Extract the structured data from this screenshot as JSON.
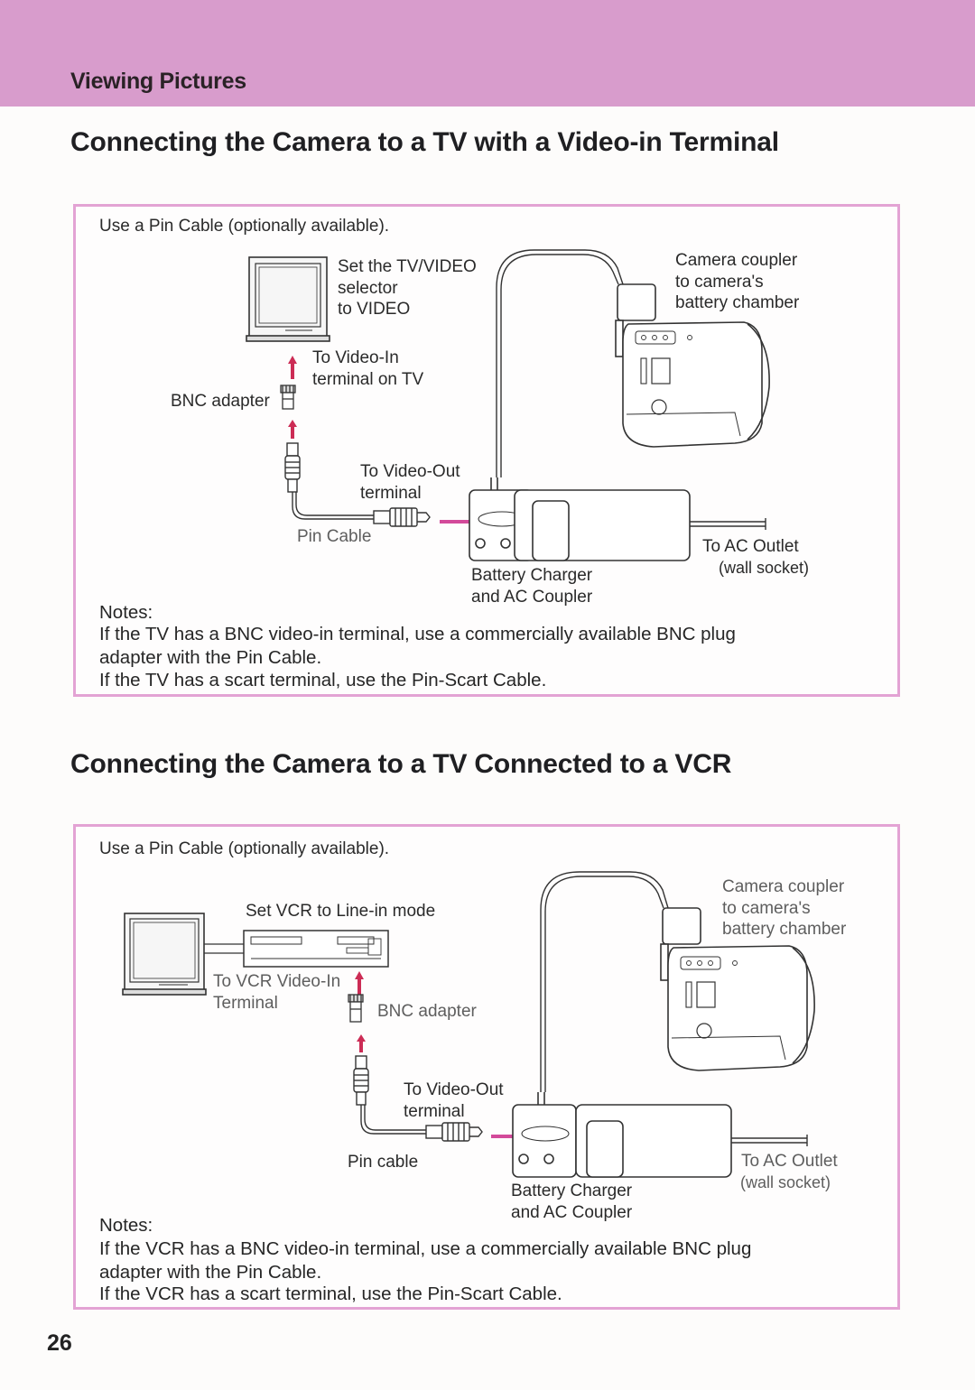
{
  "header": {
    "section_label": "Viewing Pictures",
    "band_color": "#d89ccc"
  },
  "sections": [
    {
      "heading": "Connecting the Camera to a TV with a Video-in  Terminal",
      "intro": "Use a Pin Cable (optionally available).",
      "labels": {
        "tv_selector": "Set the TV/VIDEO\nselector\nto VIDEO",
        "to_video_in": "To Video-In\nterminal on TV",
        "bnc_adapter": "BNC adapter",
        "to_video_out": "To Video-Out\nterminal",
        "pin_cable": "Pin Cable",
        "camera_coupler": "Camera coupler\nto camera's\nbattery chamber",
        "to_ac_outlet": "To AC Outlet",
        "wall_socket": "(wall socket)",
        "battery_charger": "Battery Charger\nand AC Coupler"
      },
      "notes_title": "Notes:",
      "notes": [
        "If the TV has a BNC video-in terminal, use a commercially available BNC plug\nadapter with the Pin Cable.",
        "If the TV has a scart terminal, use the Pin-Scart Cable."
      ]
    },
    {
      "heading": "Connecting the Camera to a TV Connected to a VCR",
      "intro": "Use a Pin Cable (optionally available).",
      "labels": {
        "vcr_mode": "Set VCR to Line-in mode",
        "to_vcr_video_in": "To VCR Video-In\nTerminal",
        "bnc_adapter": "BNC adapter",
        "to_video_out": "To Video-Out\nterminal",
        "pin_cable": "Pin cable",
        "camera_coupler": "Camera coupler\nto camera's\nbattery chamber",
        "to_ac_outlet": "To AC Outlet",
        "wall_socket": "(wall socket)",
        "battery_charger": "Battery Charger\nand AC Coupler"
      },
      "notes_title": "Notes:",
      "notes": [
        "If the VCR has a BNC video-in terminal, use a commercially available BNC plug\nadapter with the Pin Cable.",
        "If the VCR has a scart terminal, use the Pin-Scart Cable."
      ]
    }
  ],
  "page_number": "26",
  "colors": {
    "accent_pink": "#e3a3d4",
    "arrow_red": "#cc2c55",
    "arrow_pink": "#d34a9a",
    "line_art": "#3a3a3a"
  }
}
